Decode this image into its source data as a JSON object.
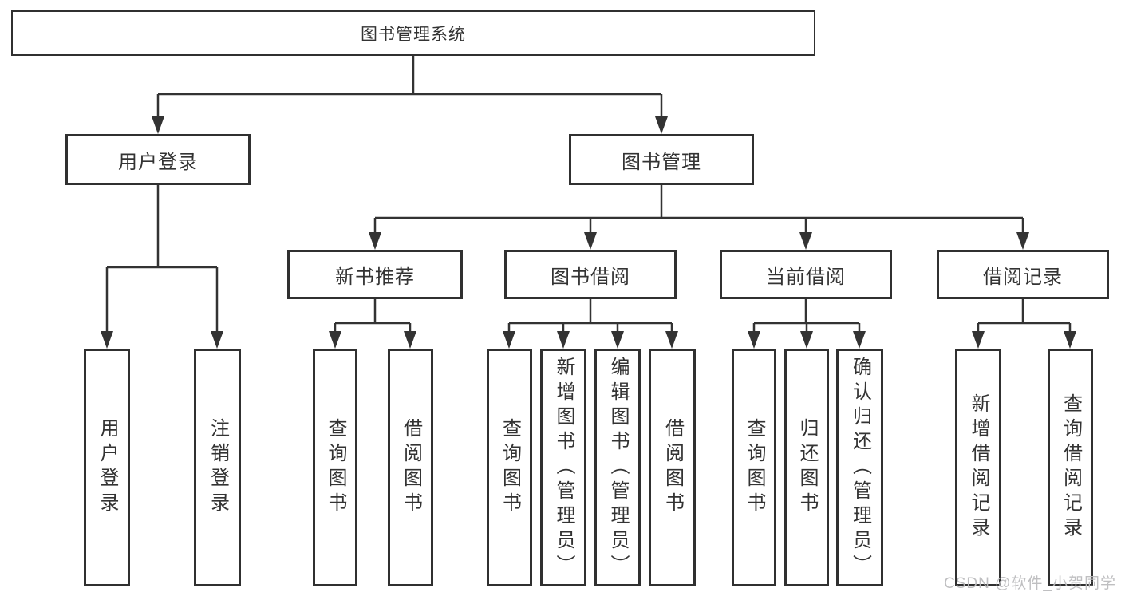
{
  "colors": {
    "background": "#ffffff",
    "line": "#333333",
    "box_border": "#303030",
    "text": "#333333",
    "watermark": "#bcbcbe"
  },
  "watermark": "CSDN @软件_小贺同学",
  "tree": {
    "label": "图书管理系统",
    "children": [
      {
        "label": "用户登录",
        "children": [
          {
            "label": "用户登录"
          },
          {
            "label": "注销登录"
          }
        ]
      },
      {
        "label": "图书管理",
        "children": [
          {
            "label": "新书推荐",
            "children": [
              {
                "label": "查询图书"
              },
              {
                "label": "借阅图书"
              }
            ]
          },
          {
            "label": "图书借阅",
            "children": [
              {
                "label": "查询图书"
              },
              {
                "label": "新增图书（管理员）"
              },
              {
                "label": "编辑图书（管理员）"
              },
              {
                "label": "借阅图书"
              }
            ]
          },
          {
            "label": "当前借阅",
            "children": [
              {
                "label": "查询图书"
              },
              {
                "label": "归还图书"
              },
              {
                "label": "确认归还（管理员）"
              }
            ]
          },
          {
            "label": "借阅记录",
            "children": [
              {
                "label": "新增借阅记录"
              },
              {
                "label": "查询借阅记录"
              }
            ]
          }
        ]
      }
    ]
  }
}
